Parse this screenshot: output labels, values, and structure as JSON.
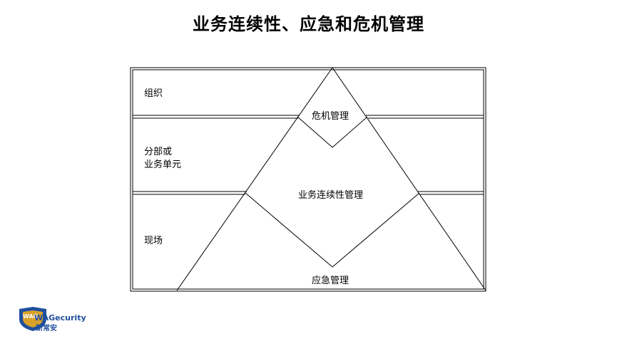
{
  "title": "业务连续性、应急和危机管理",
  "rows": [
    {
      "label": "组织"
    },
    {
      "label_line1": "分部或",
      "label_line2": "业务单元"
    },
    {
      "label": "现场"
    }
  ],
  "zones": {
    "crisis": "危机管理",
    "continuity": "业务连续性管理",
    "emergency": "应急管理"
  },
  "logo": {
    "text_en": "WAGecurity",
    "text_cn": "新常安",
    "colors": {
      "shield": "#1f4f9e",
      "accent": "#d9a12a",
      "red": "#c0392b"
    }
  }
}
